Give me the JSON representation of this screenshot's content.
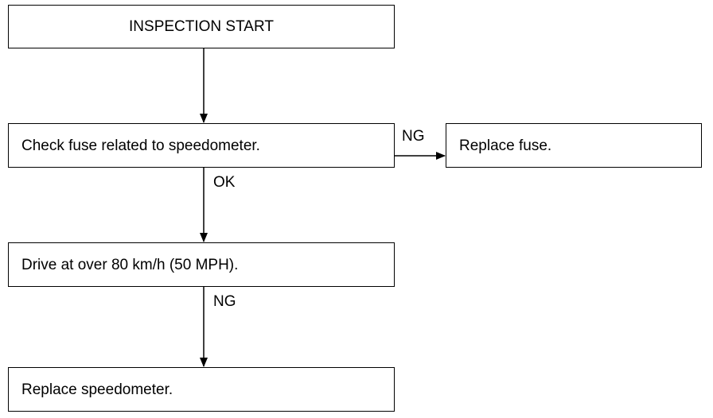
{
  "flowchart": {
    "start": "INSPECTION START",
    "step_check_fuse": "Check fuse related to speedometer.",
    "step_replace_fuse": "Replace fuse.",
    "step_drive": "Drive at over 80 km/h (50 MPH).",
    "step_replace_speedometer": "Replace speedometer.",
    "edge_labels": {
      "fuse_ng": "NG",
      "fuse_ok": "OK",
      "drive_ng": "NG"
    }
  }
}
